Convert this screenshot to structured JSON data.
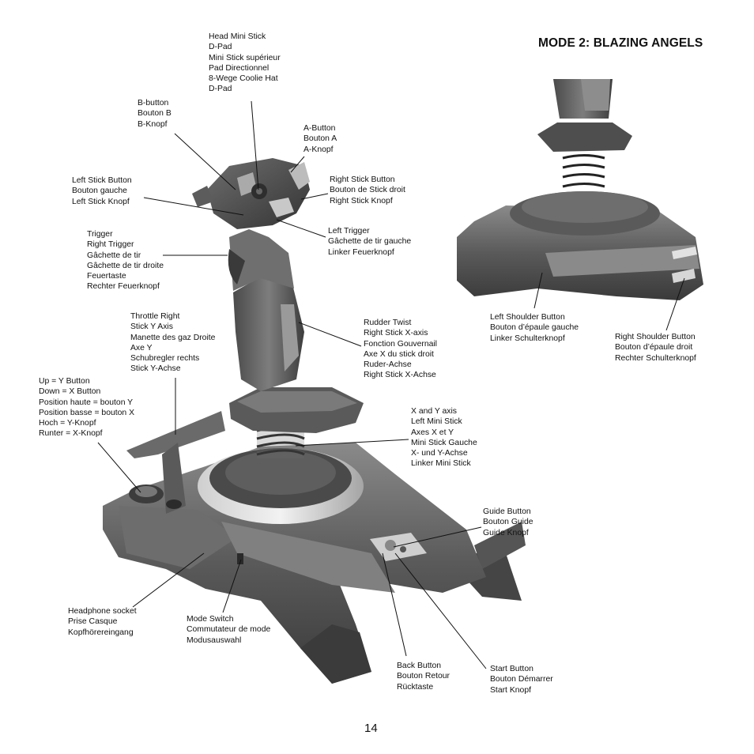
{
  "title": "MODE 2: BLAZING ANGELS",
  "page_number": "14",
  "labels": {
    "head_mini_stick": [
      "Head Mini Stick",
      "D-Pad",
      "Mini Stick supérieur",
      "Pad Directionnel",
      "8-Wege Coolie Hat",
      "D-Pad"
    ],
    "b_button": [
      "B-button",
      "Bouton B",
      "B-Knopf"
    ],
    "a_button": [
      "A-Button",
      "Bouton A",
      "A-Knopf"
    ],
    "left_stick_button": [
      "Left Stick Button",
      "Bouton gauche",
      "Left Stick Knopf"
    ],
    "right_stick_button": [
      "Right Stick Button",
      "Bouton de Stick droit",
      "Right Stick Knopf"
    ],
    "trigger": [
      "Trigger",
      "Right Trigger",
      "Gâchette de tir",
      "Gâchette de tir droite",
      "Feuertaste",
      "Rechter Feuerknopf"
    ],
    "left_trigger": [
      "Left Trigger",
      "Gâchette de tir gauche",
      "Linker Feuerknopf"
    ],
    "throttle": [
      "Throttle Right",
      "Stick Y Axis",
      "Manette des gaz Droite",
      "Axe Y",
      "Schubregler rechts",
      "Stick Y-Achse"
    ],
    "rudder": [
      "Rudder Twist",
      "Right Stick X-axis",
      "Fonction Gouvernail",
      "Axe X du stick droit",
      "Ruder-Achse",
      "Right Stick X-Achse"
    ],
    "up_down": [
      "Up = Y Button",
      "Down = X Button",
      "Position haute = bouton Y",
      "Position basse = bouton X",
      "Hoch = Y-Knopf",
      "Runter = X-Knopf"
    ],
    "xy_axis": [
      "X and Y axis",
      "Left Mini Stick",
      "Axes X et Y",
      "Mini Stick Gauche",
      "X- und Y-Achse",
      "Linker Mini Stick"
    ],
    "guide": [
      "Guide Button",
      "Bouton Guide",
      "Guide Knopf"
    ],
    "headphone": [
      "Headphone socket",
      "Prise Casque",
      "Kopfhörereingang"
    ],
    "mode_switch": [
      "Mode Switch",
      "Commutateur de mode",
      "Modusauswahl"
    ],
    "back": [
      "Back Button",
      "Bouton Retour",
      "Rücktaste"
    ],
    "start": [
      "Start Button",
      "Bouton Démarrer",
      "Start Knopf"
    ],
    "left_shoulder": [
      "Left Shoulder Button",
      "Bouton d’épaule gauche",
      "Linker Schulterknopf"
    ],
    "right_shoulder": [
      "Right Shoulder Button",
      "Bouton d’épaule droit",
      "Rechter Schulterknopf"
    ]
  }
}
